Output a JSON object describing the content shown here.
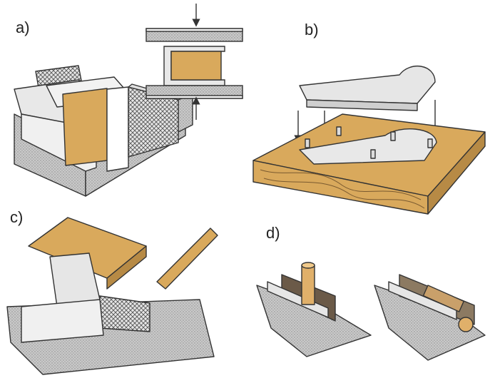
{
  "panels": [
    {
      "label": "a)"
    },
    {
      "label": "b)"
    },
    {
      "label": "c)"
    },
    {
      "label": "d)"
    }
  ],
  "colors": {
    "wood": "#d9a95c",
    "wood_dark": "#b78a45",
    "metal": "#dedede",
    "metal_shade": "#b9b9b9",
    "outline": "#333333",
    "dark_strip": "#6b5a48",
    "rod": "#e0b06a"
  }
}
